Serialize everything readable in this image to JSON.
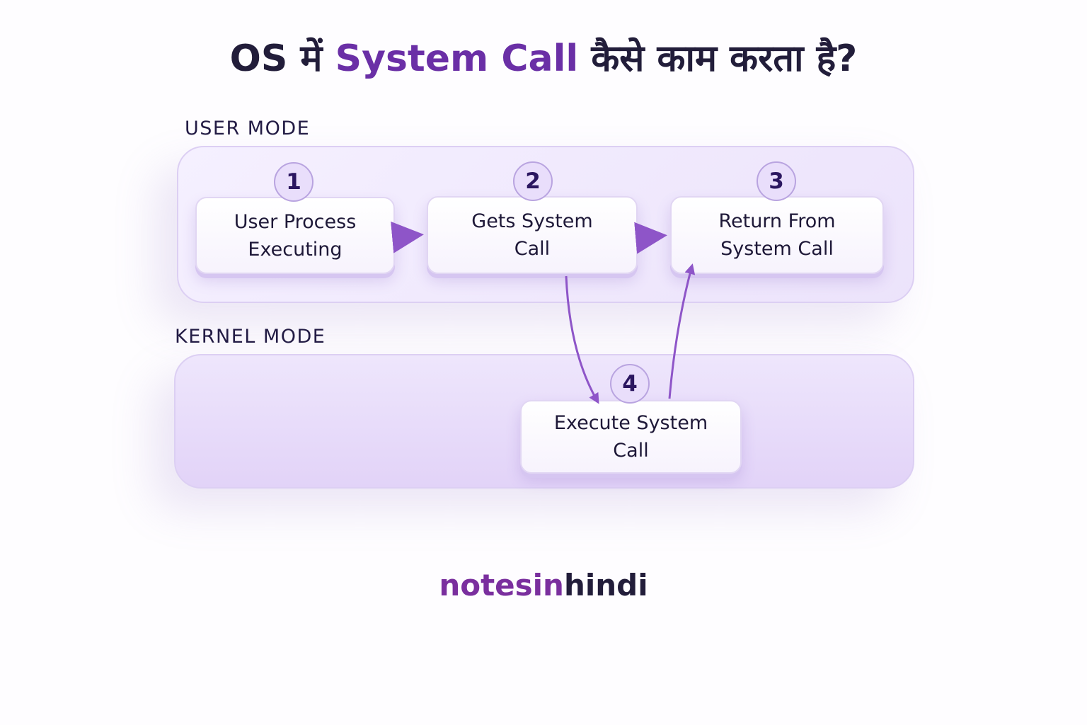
{
  "title": {
    "prefix": "OS में ",
    "highlight": "System Call",
    "suffix": " कैसे काम करता है?"
  },
  "user_mode_label": "USER MODE",
  "kernel_mode_label": "KERNEL MODE",
  "steps": [
    {
      "number": "1",
      "line1": "User Process",
      "line2": "Executing"
    },
    {
      "number": "2",
      "line1": "Gets System",
      "line2": "Call"
    },
    {
      "number": "3",
      "line1": "Return From",
      "line2": "System Call"
    },
    {
      "number": "4",
      "line1": "Execute System",
      "line2": "Call"
    }
  ],
  "brand": {
    "part1": "notesin",
    "part2": "hindi"
  },
  "colors": {
    "accent": "#6a2fa6",
    "arrow": "#8e55c8",
    "dark": "#221d3a"
  }
}
